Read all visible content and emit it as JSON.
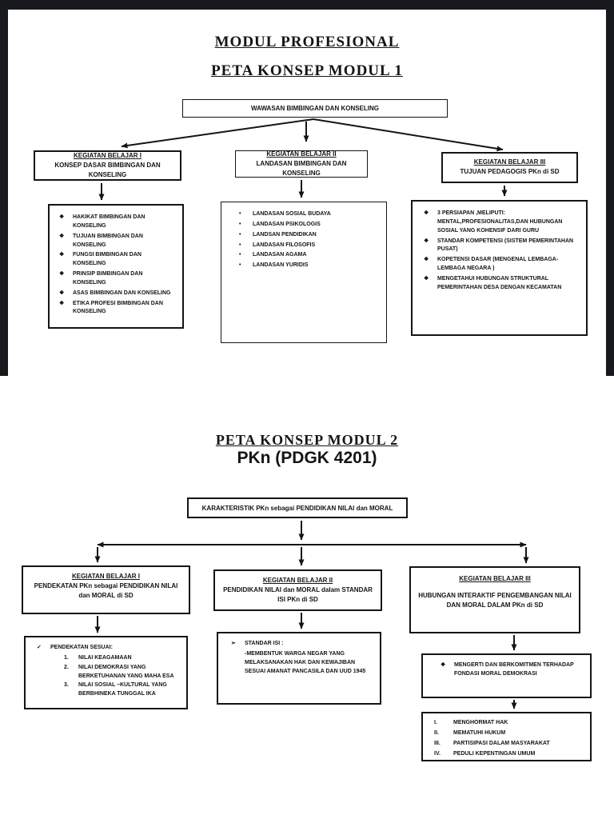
{
  "modul1": {
    "title": "MODUL PROFESIONAL",
    "subtitle": "PETA KONSEP MODUL 1",
    "root_box": "WAWASAN BIMBINGAN DAN KONSELING",
    "kegiatan": [
      {
        "heading": "KEGIATAN BELAJAR I",
        "subheading": "KONSEP DASAR BIMBINGAN DAN KONSELING"
      },
      {
        "heading": "KEGIATAN BELAJAR II",
        "subheading": "LANDASAN BIMBINGAN DAN KONSELING"
      },
      {
        "heading": "KEGIATAN BELAJAR III",
        "subheading": "TUJUAN PEDAGOGIS PKn di SD"
      }
    ],
    "detail1": {
      "bullet": "❖",
      "items": [
        "HAKIKAT BIMBINGAN DAN KONSELING",
        "TUJUAN BIMBINGAN DAN KONSELING",
        "FUNGSI BIMBINGAN DAN KONSELING",
        "PRINSIP BIMBINGAN DAN KONSELING",
        "ASAS BIMBINGAN DAN KONSELING",
        "ETIKA PROFESI BIMBINGAN DAN KONSELING"
      ]
    },
    "detail2": {
      "bullet": "•",
      "items": [
        "LANDASAN SOSIAL BUDAYA",
        "LANDASAN PSIKOLOGIS",
        "LANDSAN PENDIDIKAN",
        "LANDASAN FILOSOFIS",
        "LANDASAN AGAMA",
        "LANDASAN YURIDIS"
      ]
    },
    "detail3": {
      "bullet": "❖",
      "items": [
        "3 PERSIAPAN ,MELIPUTI: MENTAL,PROFESIONALITAS,DAN HUBUNGAN SOSIAL YANG KOHENSIF DARI GURU",
        "STANDAR KOMPETENSI (SISTEM PEMERINTAHAN PUSAT)",
        "KOPETENSI DASAR (MENGENAL LEMBAGA-LEMBAGA NEGARA )",
        "MENGETAHUI HUBUNGAN STRUKTURAL PEMERINTAHAN DESA DENGAN KECAMATAN"
      ]
    }
  },
  "modul2": {
    "title": "PETA KONSEP MODUL 2",
    "subtitle": "PKn (PDGK 4201)",
    "root_box": "KARAKTERISTIK PKn sebagai PENDIDIKAN NILAI dan MORAL",
    "kegiatan": [
      {
        "heading": "KEGIATAN BELAJAR I",
        "subheading": "PENDEKATAN PKn sebagai PENDIDIKAN NILAI dan MORAL di SD"
      },
      {
        "heading": "KEGIATAN BELAJAR II",
        "subheading": "PENDIDIKAN NILAI dan MORAL dalam STANDAR ISI PKn di SD"
      },
      {
        "heading": "KEGIATAN BELAJAR III",
        "subheading": "HUBUNGAN INTERAKTIF PENGEMBANGAN NILAI DAN MORAL DALAM PKn di SD"
      }
    ],
    "detail1": {
      "check": "✓",
      "lead": "PENDEKATAN SESUAI:",
      "items": [
        {
          "num": "1.",
          "text": "NILAI KEAGAMAAN"
        },
        {
          "num": "2.",
          "text": "NILAI DEMOKRASI YANG BERKETUHANAN YANG MAHA ESA"
        },
        {
          "num": "3.",
          "text": "NILAI SOSIAL –KULTURAL YANG BERBHINEKA TUNGGAL IKA"
        }
      ]
    },
    "detail2": {
      "marker": "➢",
      "lead": "STANDAR ISI :",
      "body": "-MEMBENTUK WARGA NEGAR YANG MELAKSANAKAN HAK DAN KEWAJIBAN SESUAI AMANAT PANCASILA DAN UUD 1945"
    },
    "detail3": {
      "bullet": "❖",
      "text": "MENGERTI DAN BERKOMITMEN TERHADAP FONDASI MORAL DEMOKRASI"
    },
    "detail4": {
      "items": [
        {
          "num": "I.",
          "text": "MENGHORMAT HAK"
        },
        {
          "num": "II.",
          "text": "MEMATUHI HUKUM"
        },
        {
          "num": "III.",
          "text": "PARTISIPASI DALAM MASYARAKAT"
        },
        {
          "num": "IV.",
          "text": "PEDULI KEPENTINGAN UMUM"
        }
      ]
    }
  }
}
